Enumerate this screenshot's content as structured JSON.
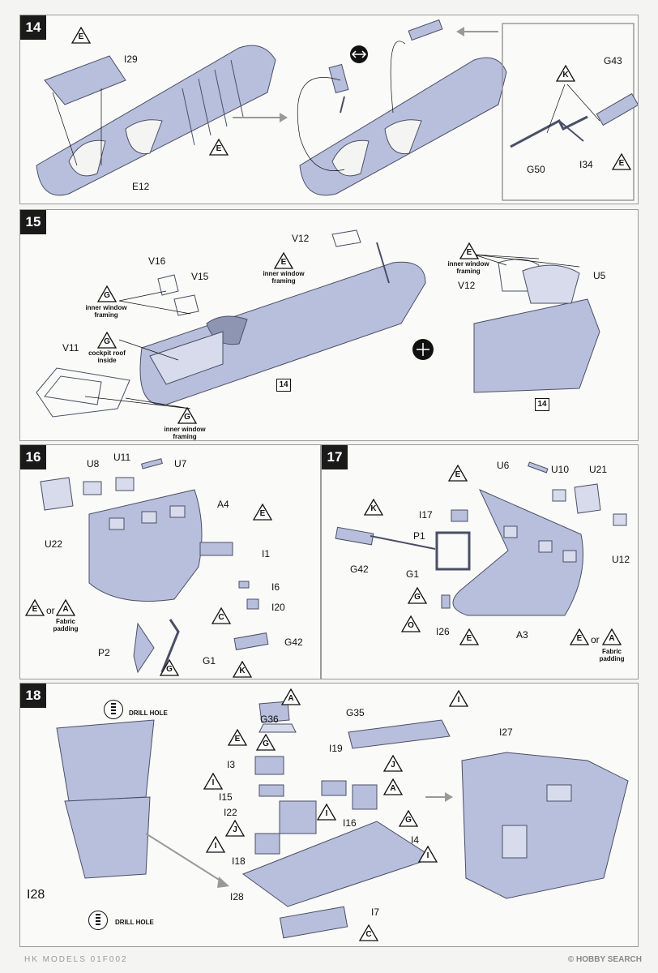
{
  "steps": {
    "s14": {
      "number": "14",
      "parts": {
        "i29": "I29",
        "e12": "E12",
        "g43": "G43",
        "g50": "G50",
        "i34": "I34"
      },
      "codes": {
        "e1": "E",
        "e2": "E",
        "k": "K",
        "e3": "E"
      }
    },
    "s15": {
      "number": "15",
      "parts": {
        "v16": "V16",
        "v15": "V15",
        "v11": "V11",
        "v12a": "V12",
        "v12b": "V12",
        "u5": "U5"
      },
      "codes": {
        "g1": "G",
        "g2": "G",
        "g3": "G",
        "e1": "E",
        "e2": "E"
      },
      "notes": {
        "inner_g1": "inner window framing",
        "cockpit": "cockpit roof inside",
        "inner_g3": "inner window framing",
        "inner_e1": "inner window framing",
        "inner_e2": "inner window framing"
      },
      "ref1": "14",
      "ref2": "14"
    },
    "s16": {
      "number": "16",
      "parts": {
        "u8": "U8",
        "u11": "U11",
        "u7": "U7",
        "a4": "A4",
        "u22": "U22",
        "i1": "I1",
        "i6": "I6",
        "i20": "I20",
        "g42": "G42",
        "p2": "P2",
        "g1": "G1"
      },
      "codes": {
        "e1": "E",
        "e2": "E",
        "a": "A",
        "c": "C",
        "g": "G",
        "k": "K"
      },
      "or_text": "or",
      "fabric": "Fabric padding"
    },
    "s17": {
      "number": "17",
      "parts": {
        "u6": "U6",
        "u10": "U10",
        "u21": "U21",
        "i17": "I17",
        "p1": "P1",
        "g42": "G42",
        "g1": "G1",
        "u12": "U12",
        "i26": "I26",
        "a3": "A3"
      },
      "codes": {
        "e1": "E",
        "k": "K",
        "g": "G",
        "o": "O",
        "e2": "E",
        "e3": "E",
        "a": "A"
      },
      "or_text": "or",
      "fabric": "Fabric padding"
    },
    "s18": {
      "number": "18",
      "parts": {
        "g36": "G36",
        "g35": "G35",
        "i19": "I19",
        "i27": "I27",
        "i3": "I3",
        "i15": "I15",
        "i22": "I22",
        "i16": "I16",
        "i4": "I4",
        "i18": "I18",
        "i28a": "I28",
        "i28b": "I28",
        "i7": "I7"
      },
      "codes": {
        "a1": "A",
        "i1": "I",
        "e": "E",
        "g1": "G",
        "j1": "J",
        "i2": "I",
        "a2": "A",
        "i3": "I",
        "j2": "J",
        "i4": "I",
        "g2": "G",
        "i5": "I",
        "c": "C"
      },
      "drill1": "DRILL HOLE",
      "drill2": "DRILL HOLE"
    }
  },
  "footer": {
    "left": "HK MODELS 01F002",
    "right": "© HOBBY SEARCH"
  },
  "colors": {
    "part_fill": "#b8bfdd",
    "part_stroke": "#4a4f66",
    "panel_border": "#9a9a9a",
    "step_badge": "#1a1a1a"
  }
}
